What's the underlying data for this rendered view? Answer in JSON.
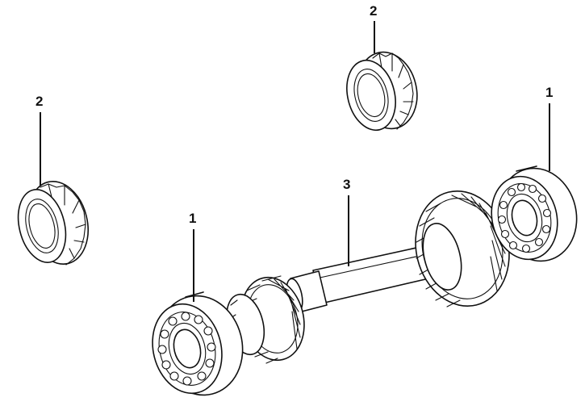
{
  "callouts": {
    "bearing_left_lower": "1",
    "bearing_right_upper": "1",
    "race_top": "2",
    "race_left": "2",
    "shaft": "3"
  }
}
